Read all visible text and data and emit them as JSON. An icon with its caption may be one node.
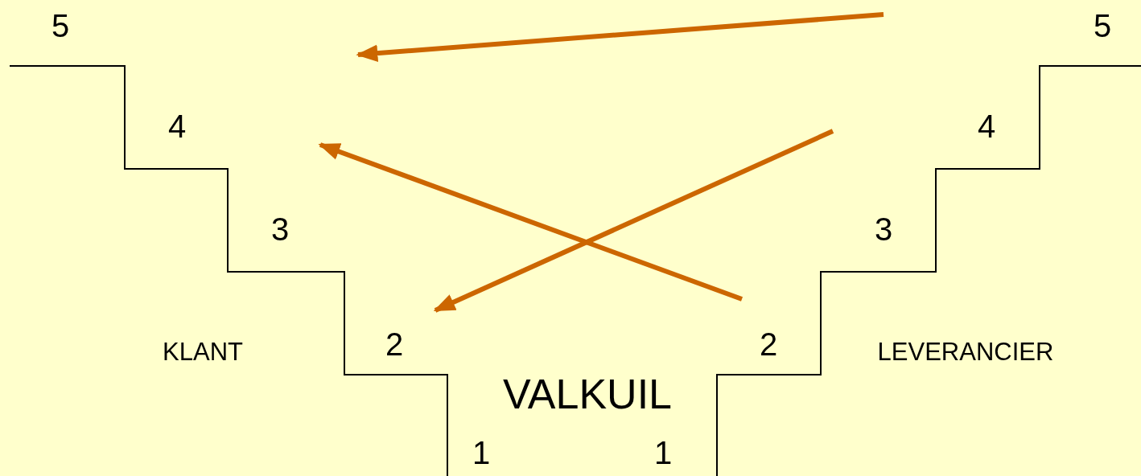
{
  "diagram": {
    "labels": [
      "5",
      "5",
      "4",
      "4",
      "3",
      "3",
      "KLANT",
      "2",
      "2",
      "LEVERANCIER",
      "VALKUIL",
      "1",
      "1"
    ]
  }
}
